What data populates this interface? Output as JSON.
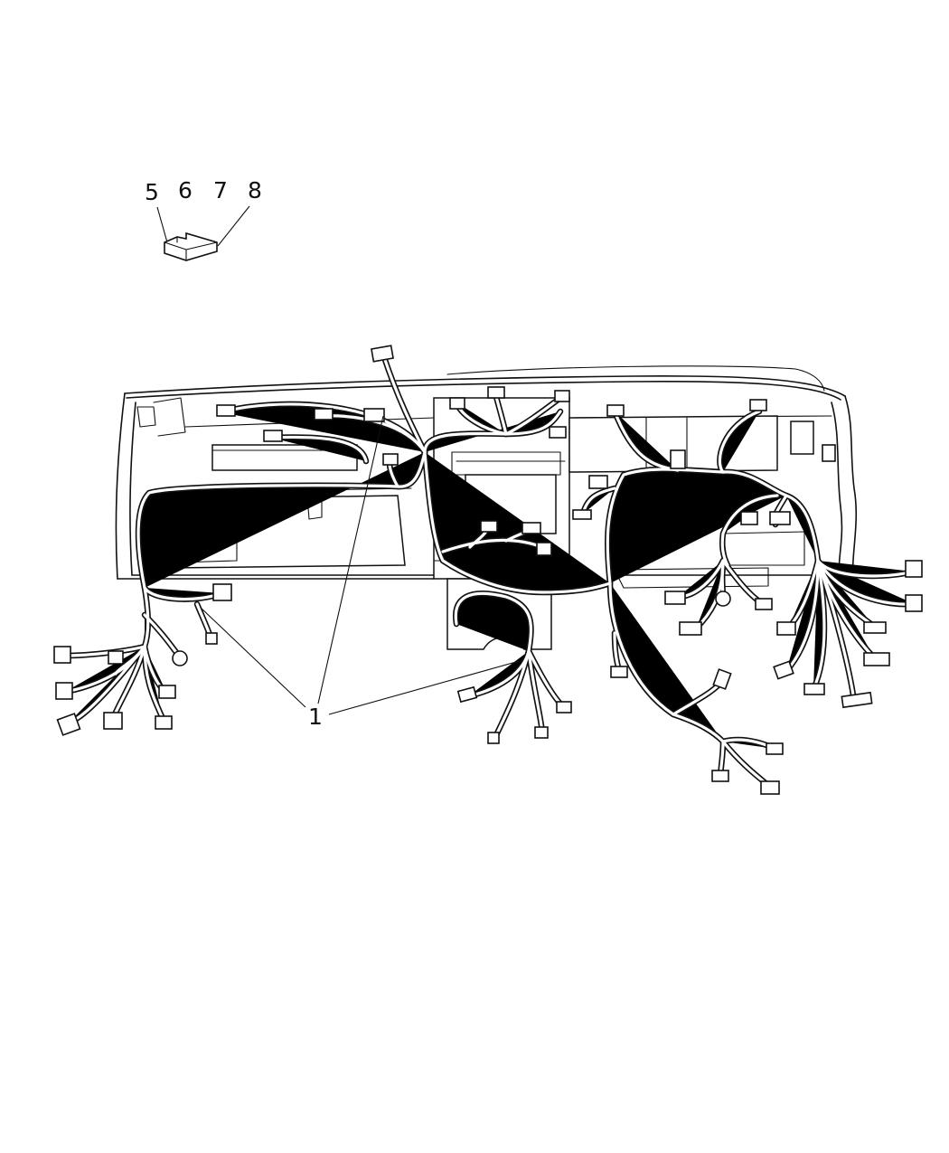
{
  "callouts": {
    "fuse_labels": [
      "5",
      "6",
      "7",
      "8"
    ],
    "harness_label": "1"
  },
  "colors": {
    "line": "#111111",
    "background": "#ffffff"
  },
  "icons": {
    "fuse": "fuse-icon",
    "instrument_panel": "instrument-panel-icon",
    "wiring_harness": "wiring-harness-icon",
    "connector": "connector-icon"
  }
}
